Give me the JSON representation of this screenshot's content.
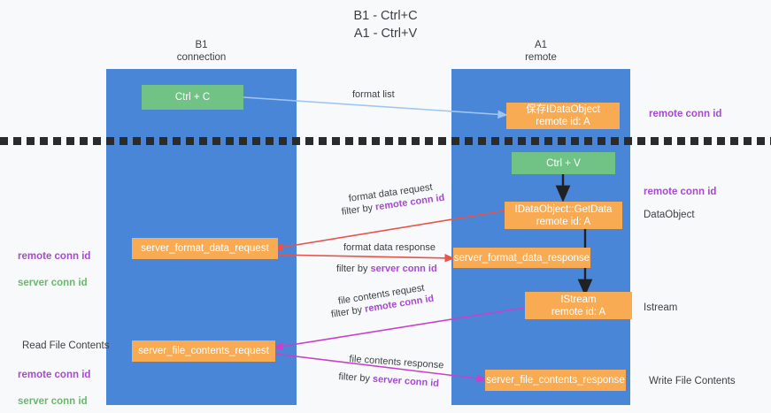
{
  "title": "B1 - Ctrl+C\nA1 - Ctrl+V",
  "columns": {
    "left": {
      "name": "B1",
      "role": "connection",
      "header": "B1\nconnection"
    },
    "right": {
      "name": "A1",
      "role": "remote",
      "header": "A1\nremote"
    }
  },
  "colors": {
    "lane": "#4a86d8",
    "node_orange": "#f9ab54",
    "node_green": "#71c285",
    "background": "#f8f9fa",
    "purple_text": "#a64ad0",
    "green_text": "#66bb6a",
    "arrow_blue": "#9fc5f0",
    "arrow_red": "#e8534a",
    "arrow_magenta": "#c940c9",
    "arrow_black": "#202124",
    "divider": "#2b2b2b"
  },
  "nodes": {
    "ctrl_c": "Ctrl + C",
    "save_idataobject": "保存IDataObject\nremote id: A",
    "ctrl_v": "Ctrl + V",
    "getdata": "IDataObject::GetData\nremote id: A",
    "server_format_data_request": "server_format_data_request",
    "server_format_data_response": "server_format_data_response",
    "istream": "IStream\nremote id: A",
    "server_file_contents_request": "server_file_contents_request",
    "server_file_contents_response": "server_file_contents_response"
  },
  "edge_labels": {
    "format_list": "format list",
    "format_data_request": "format data request",
    "format_data_request_filter_prefix": "filter by ",
    "format_data_request_filter_key": "remote conn id",
    "format_data_response": "format data response",
    "format_data_response_filter_prefix": "filter by ",
    "format_data_response_filter_key": "server conn id",
    "file_contents_request": "file contents request",
    "file_contents_request_filter_prefix": "filter by ",
    "file_contents_request_filter_key": "remote conn id",
    "file_contents_response": "file contents response",
    "file_contents_response_filter_prefix": "filter by ",
    "file_contents_response_filter_key": "server conn id"
  },
  "annotations": {
    "right_remote_conn_id_top": "remote conn id",
    "right_remote_conn_id_mid": "remote conn id",
    "right_dataobject": "DataObject",
    "right_istream": "Istream",
    "right_write_file_contents": "Write File Contents",
    "left_conn_ids_mid": {
      "remote": "remote conn id",
      "server": "server conn id"
    },
    "left_read_file_contents": "Read File Contents",
    "left_conn_ids_bottom": {
      "remote": "remote conn id",
      "server": "server conn id"
    }
  }
}
